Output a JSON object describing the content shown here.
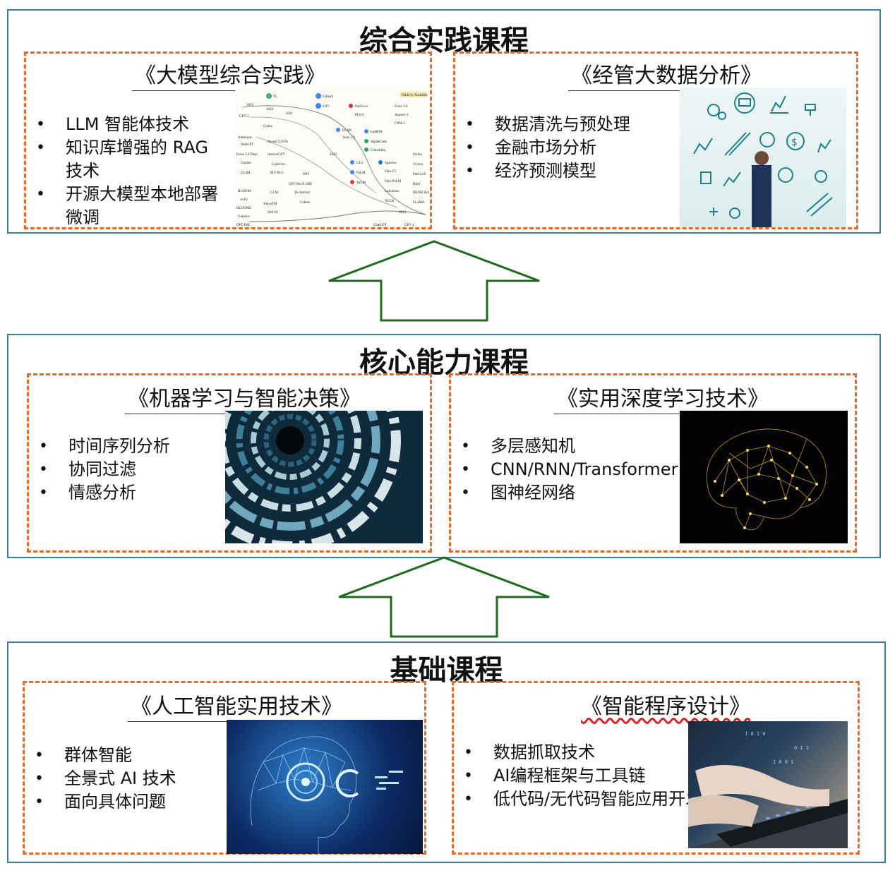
{
  "colors": {
    "tier_border": "#3c7f98",
    "course_border": "#e46a2c",
    "arrow_stroke": "#1d6b1d"
  },
  "tiers": [
    {
      "title": "综合实践课程",
      "courses": [
        {
          "title": "《大模型综合实践》",
          "items": [
            "LLM 智能体技术",
            "知识库增强的 RAG 技术",
            "开源大模型本地部署微调"
          ],
          "image_labels": [
            "Publicly Available",
            "2019",
            "2020",
            "2021",
            "2022",
            "2023",
            "T5",
            "GShard",
            "mT5",
            "GPT-3",
            "Codex",
            "PanGu-α",
            "PLUG",
            "Ernie 3.0",
            "Jurassic-1",
            "CPM-2",
            "FLAN",
            "Yuan 1.0",
            "LaMDA",
            "AlphaCode",
            "Chinchilla",
            "Anthropic",
            "WebGPT",
            "Ernie 3.0 Titan",
            "Gopher",
            "GLaM",
            "HyperCLOVA",
            "InstructGPT",
            "CodeGen",
            "MT-NLG",
            "OPT",
            "GPT-NeoX-20B",
            "UL2",
            "PaLM",
            "YaLM",
            "Sparrow",
            "Flan-T5",
            "Flan-PaLM",
            "Luminous",
            "NLLB",
            "Pythia",
            "Vicuna",
            "PanGu-Σ",
            "Bard",
            "ERNIE Bot",
            "LLaMA",
            "BLOOM",
            "mT0",
            "BLOOMZ",
            "Galatica",
            "OPT-IML",
            "GLM",
            "Tk-Instruct",
            "AlexaTM",
            "WeLM",
            "Cohere",
            "ChatGPT",
            "GPT-4"
          ]
        },
        {
          "title": "《经管大数据分析》",
          "items": [
            "数据清洗与预处理",
            "金融市场分析",
            "经济预测模型"
          ]
        }
      ]
    },
    {
      "title": "核心能力课程",
      "courses": [
        {
          "title": "《机器学习与智能决策》",
          "items": [
            "时间序列分析",
            "协同过滤",
            "情感分析"
          ]
        },
        {
          "title": "《实用深度学习技术》",
          "items": [
            "多层感知机",
            "CNN/RNN/Transformer",
            "图神经网络"
          ]
        }
      ]
    },
    {
      "title": "基础课程",
      "courses": [
        {
          "title": "《人工智能实用技术》",
          "items": [
            "群体智能",
            "全景式 AI 技术",
            "面向具体问题"
          ]
        },
        {
          "title": "《智能程序设计》",
          "items": [
            "数据抓取技术",
            "AI编程框架与工具链",
            "低代码/无代码智能应用开发"
          ]
        }
      ]
    }
  ]
}
